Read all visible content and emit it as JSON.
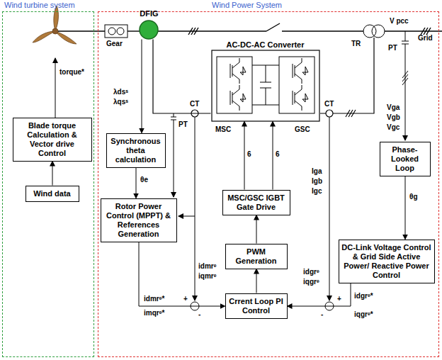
{
  "diagram": {
    "nodes": [
      {
        "text": [
          "Wind turbine system"
        ]
      },
      {
        "text": [
          "Blade torque Calculation & Vector drive Control"
        ],
        "in": 0
      },
      {
        "text": [
          "Wind data"
        ],
        "in": 0
      },
      {
        "text": [
          "Wind Power System"
        ]
      },
      {
        "text": [
          "DFIG"
        ],
        "in": 3
      },
      {
        "text": [
          "Synchronous theta calculation"
        ],
        "in": 3
      },
      {
        "text": [
          "AC-DC-AC Converter"
        ],
        "in": 3
      },
      {
        "text": [
          "Rotor Power Control (MPPT) & References Generation"
        ],
        "in": 3
      },
      {
        "text": [
          "MSC/GSC IGBT Gate Drive"
        ],
        "in": 3
      },
      {
        "text": [
          "PWM Generation"
        ],
        "in": 3
      },
      {
        "text": [
          "Crrent Loop PI Control"
        ],
        "in": 3
      },
      {
        "text": [
          "Phase-Looked Loop"
        ],
        "in": 3
      },
      {
        "text": [
          "DC-Link Voltage Control & Grid Side Active Power/ Reactive Power Control"
        ],
        "in": 3
      }
    ],
    "edges": [
      {
        "from": 2,
        "to": 1,
        "arrow": "to"
      },
      {
        "from": 4,
        "to": 5,
        "arrow": "to"
      },
      {
        "from": 5,
        "to": 7,
        "arrow": "to"
      },
      {
        "from": 7,
        "to": 10,
        "arrow": "to"
      },
      {
        "from": 10,
        "to": 9,
        "arrow": "to"
      },
      {
        "from": 9,
        "to": 8,
        "arrow": "to"
      },
      {
        "from": 8,
        "to": 6,
        "arrow": "to"
      },
      {
        "from": 8,
        "to": 6,
        "arrow": "to"
      },
      {
        "from": 11,
        "to": 12,
        "arrow": "to"
      },
      {
        "from": 12,
        "to": 10,
        "arrow": "to"
      },
      {
        "from": 4,
        "to": 6,
        "arrow": "none"
      }
    ],
    "labels": [
      "torque*",
      "λdsˢ",
      "λqsˢ",
      "θe",
      "CT",
      "PT",
      "Gear",
      "MSC",
      "GSC",
      "6",
      "6",
      "CT",
      "TR",
      "V pcc",
      "Grid",
      "PT",
      "Vga",
      "Vgb",
      "Vgc",
      "Iga",
      "Igb",
      "Igc",
      "θg",
      "idmrᵉ",
      "iqmrᵉ",
      "idmrᵉ*",
      "imqrᵉ*",
      "+",
      "-",
      "idgrᵉ",
      "iqgrᵉ",
      "idgrᵉ*",
      "iqgrᵉ*",
      "+",
      "-"
    ]
  }
}
